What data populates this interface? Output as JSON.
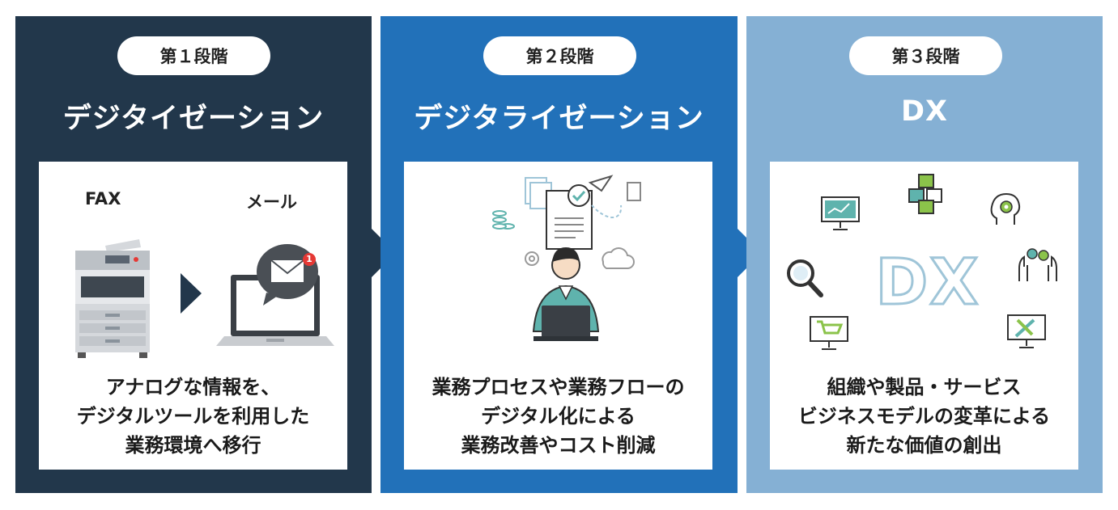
{
  "stages": [
    {
      "stage_label": "第１段階",
      "title": "デジタイゼーション",
      "card": {
        "before_label": "FAX",
        "after_label": "メール",
        "notification_count": "1"
      },
      "description": [
        "アナログな情報を、",
        "デジタルツールを利用した",
        "業務環境へ移行"
      ]
    },
    {
      "stage_label": "第２段階",
      "title": "デジタライゼーション",
      "description": [
        "業務プロセスや業務フローの",
        "デジタル化による",
        "業務改善やコスト削減"
      ]
    },
    {
      "stage_label": "第３段階",
      "title": "DX",
      "card": {
        "center_text": "DX"
      },
      "description": [
        "組織や製品・サービス",
        "ビジネスモデルの変革による",
        "新たな価値の創出"
      ]
    }
  ],
  "colors": {
    "stage1": "#22374b",
    "stage2": "#2271b9",
    "stage3": "#85b0d4",
    "accent_teal": "#5fb3ad",
    "accent_green": "#8bc34a"
  }
}
